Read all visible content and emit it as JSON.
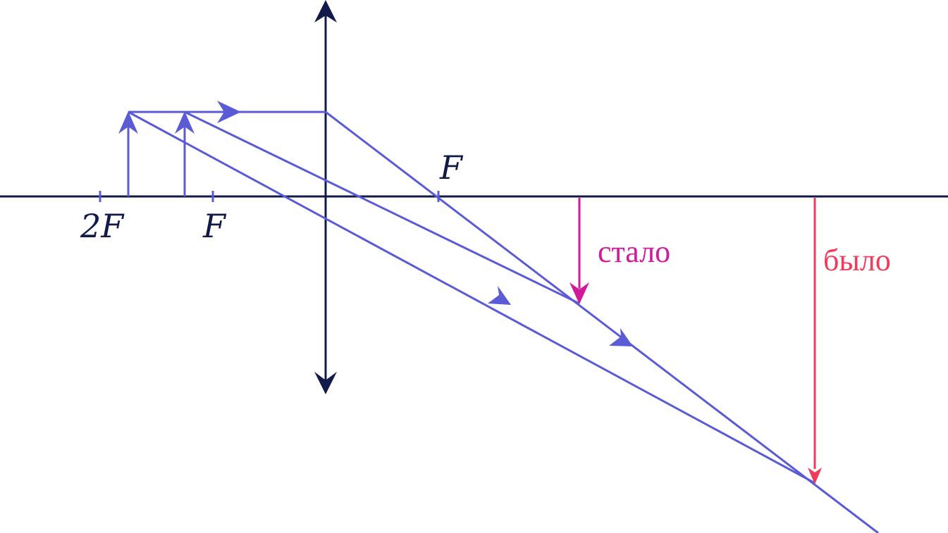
{
  "colors": {
    "axis": "#121a4a",
    "ray": "#5b5bd6",
    "image_now": "#d01a9a",
    "image_before": "#f03c5a",
    "background": "#ffffff"
  },
  "labels": {
    "two_f_left": "2F",
    "f_left": "F",
    "f_right": "F",
    "image_now": "стало",
    "image_before": "было"
  },
  "icons": {
    "lens_top": "arrowhead-up-icon",
    "lens_bottom": "arrowhead-down-icon",
    "ray_direction": "arrowhead-icon"
  }
}
